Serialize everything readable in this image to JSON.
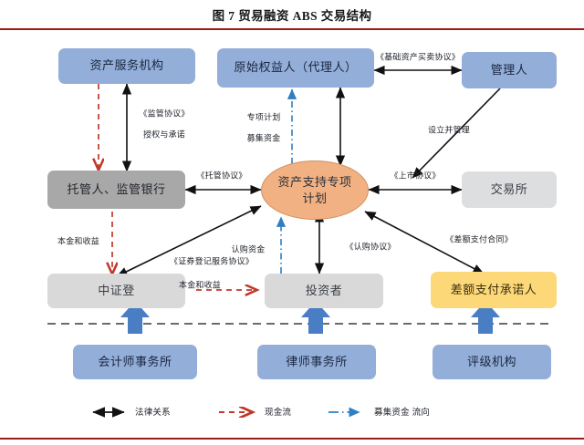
{
  "figure": {
    "title": "图 7   贸易融资 ABS 交易结构",
    "rule_color": "#9e1b1b"
  },
  "nodes": {
    "asset_service": {
      "label": "资产服务机构",
      "color": "#93aed8"
    },
    "originator": {
      "label": "原始权益人（代理人）",
      "color": "#93aed8"
    },
    "manager": {
      "label": "管理人",
      "color": "#93aed8"
    },
    "custodian_bank": {
      "label": "托管人、监管银行",
      "color": "#a8a8a8"
    },
    "spv_line1": "资产支持专项",
    "spv_line2": "计划",
    "spv_color": "#f2b183",
    "exchange": {
      "label": "交易所",
      "color": "#dcdee0"
    },
    "csdc": {
      "label": "中证登",
      "color": "#d9d9d9"
    },
    "investor": {
      "label": "投资者",
      "color": "#d9d9d9"
    },
    "guarantor": {
      "label": "差额支付承诺人",
      "color": "#fcd878"
    },
    "accounting_firm": {
      "label": "会计师事务所",
      "color": "#93aed8"
    },
    "law_firm": {
      "label": "律师事务所",
      "color": "#93aed8"
    },
    "rating_agency": {
      "label": "评级机构",
      "color": "#93aed8"
    }
  },
  "edge_labels": {
    "base_asset_agreement": "《基础资产买卖协议》",
    "supervision_agreement": "《监管协议》",
    "authorization_commitment": "授权与承诺",
    "special_plan": "专项计划",
    "raised_funds": "募集资金",
    "establish_manage": "设立并管理",
    "custody_agreement": "《托管协议》",
    "listing_agreement": "《上市协议》",
    "principal_interest_left": "本金和收益",
    "securities_registration_agreement": "《证券登记服务协议》",
    "subscription_funds": "认购资金",
    "principal_interest_mid": "本金和收益",
    "subscription_agreement": "《认购协议》",
    "difference_payment_contract": "《差额支付合同》"
  },
  "legend": {
    "items": [
      {
        "name": "法律关系",
        "style": "solid-black-double-arrow",
        "color": "#111111"
      },
      {
        "name": "现金流",
        "style": "dashed-red-arrow",
        "color": "#c0392b"
      },
      {
        "name": "募集资金 流向",
        "style": "dashdot-blue-arrow",
        "color": "#2f7fc1"
      }
    ]
  }
}
